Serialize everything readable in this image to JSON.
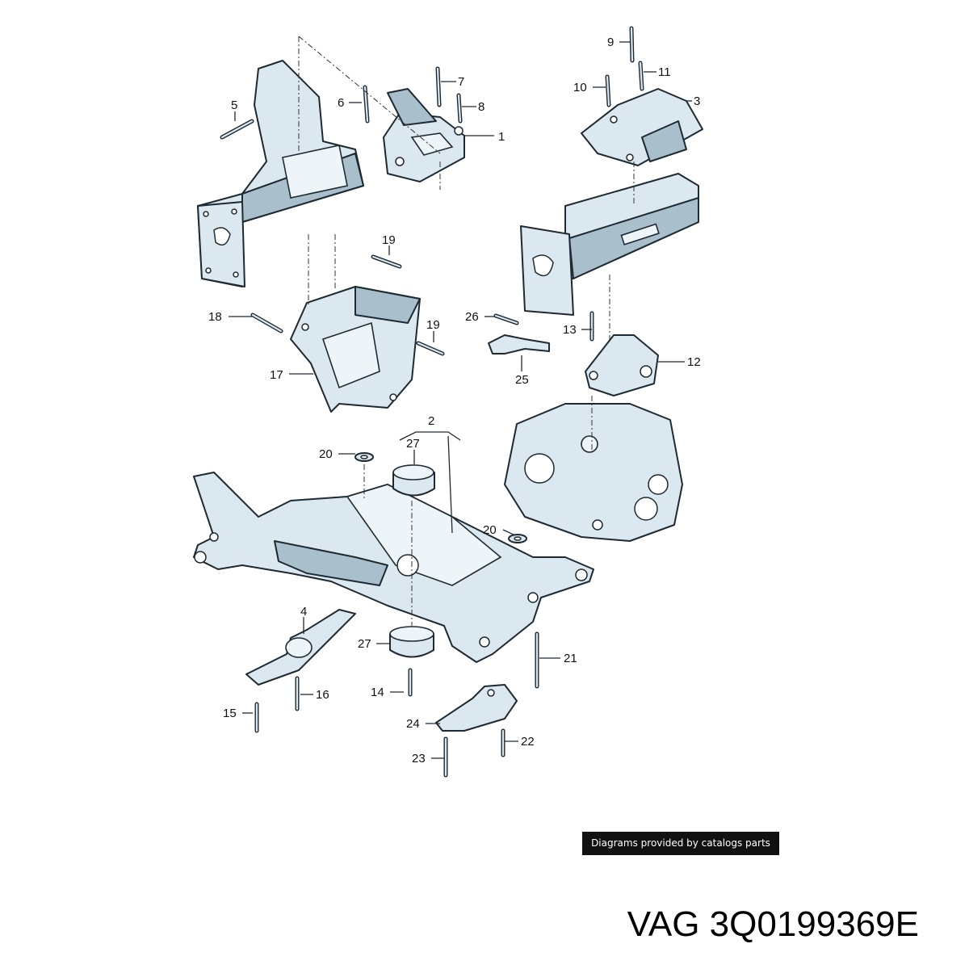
{
  "diagram": {
    "credit": "Diagrams provided by catalogs parts",
    "part_title": "VAG 3Q0199369E",
    "callouts": [
      "1",
      "2",
      "3",
      "4",
      "5",
      "6",
      "7",
      "8",
      "9",
      "10",
      "11",
      "12",
      "13",
      "14",
      "15",
      "16",
      "17",
      "18",
      "19",
      "19",
      "20",
      "20",
      "21",
      "22",
      "23",
      "24",
      "25",
      "26",
      "27",
      "27"
    ],
    "colors": {
      "part_fill": "#dbe8ef",
      "part_shade": "#a9c0cc",
      "outline": "#1e2a33",
      "credit_bg": "#111111"
    }
  }
}
